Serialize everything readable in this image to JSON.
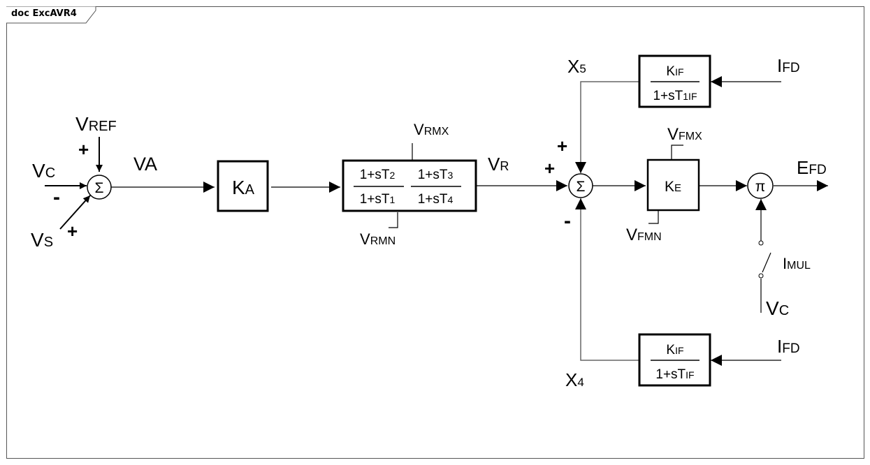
{
  "frame": {
    "kind": "doc",
    "name": "ExcAVR4"
  },
  "diagram": {
    "inputs": {
      "vc": {
        "main": "V",
        "sub": "C"
      },
      "vref": {
        "main": "V",
        "sub": "REF"
      },
      "vs": {
        "main": "V",
        "sub": "S"
      },
      "ifd_top": {
        "main": "I",
        "sub": "FD"
      },
      "ifd_bottom": {
        "main": "I",
        "sub": "FD"
      },
      "vc2": {
        "main": "V",
        "sub": "C"
      }
    },
    "signs": {
      "sum1_top": "+",
      "sum1_left": "-",
      "sum1_bottom": "+",
      "sum2_top": "+",
      "sum2_left": "+",
      "sum2_bottom": "-"
    },
    "summer_symbol": "Σ",
    "multiplier_symbol": "π",
    "signals": {
      "va": "VA",
      "vr": {
        "main": "V",
        "sub": "R"
      },
      "x5": {
        "main": "X",
        "sub": "5"
      },
      "x4": {
        "main": "X",
        "sub": "4"
      },
      "efd": {
        "main": "E",
        "sub": "FD"
      },
      "imul": {
        "main": "I",
        "sub": "MUL"
      }
    },
    "limits": {
      "vrmx": {
        "main": "V",
        "sub": "RMX"
      },
      "vrmn": {
        "main": "V",
        "sub": "RMN"
      },
      "vfmx": {
        "main": "V",
        "sub": "FMX"
      },
      "vfmn": {
        "main": "V",
        "sub": "FMN"
      }
    },
    "blocks": {
      "ka": {
        "main": "K",
        "sub": "A"
      },
      "leadlag": {
        "num1_main": "1+sT",
        "num1_sub": "2",
        "den1_main": "1+sT",
        "den1_sub": "1",
        "num2_main": "1+sT",
        "num2_sub": "3",
        "den2_main": "1+sT",
        "den2_sub": "4"
      },
      "ke": {
        "main": "K",
        "sub": "E"
      },
      "kif_top": {
        "num_main": "K",
        "num_sub": "IF",
        "den_main": "1+sT",
        "den_sub": "1IF"
      },
      "kif_bottom": {
        "num_main": "K",
        "num_sub": "IF",
        "den_main": "1+sT",
        "den_sub": "IF"
      }
    }
  }
}
